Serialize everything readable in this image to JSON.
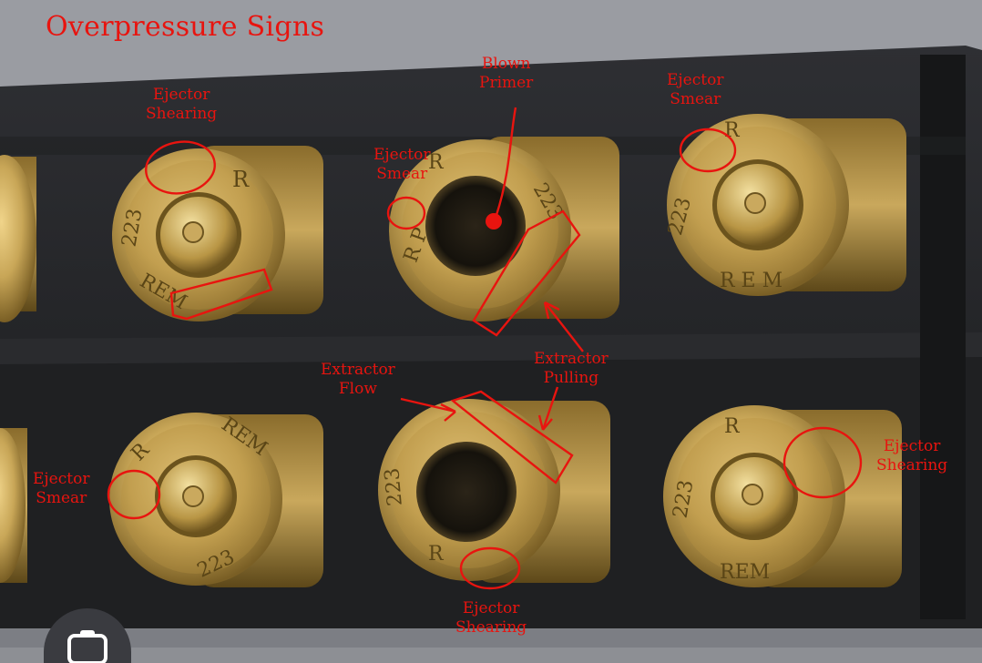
{
  "title": "Overpressure Signs",
  "colors": {
    "annotation": "#e8140f",
    "brass": "#c8a657",
    "block": "#26272a"
  },
  "annotations": {
    "ejector_shearing_top": {
      "line1": "Ejector",
      "line2": "Shearing"
    },
    "blown_primer": {
      "line1": "Blown",
      "line2": "Primer"
    },
    "ejector_smear_top_right": {
      "line1": "Ejector",
      "line2": "Smear"
    },
    "ejector_smear_middle": {
      "line1": "Ejector",
      "line2": "Smear"
    },
    "extractor_flow": {
      "line1": "Extractor",
      "line2": "Flow"
    },
    "extractor_pulling": {
      "line1": "Extractor",
      "line2": "Pulling"
    },
    "ejector_smear_left": {
      "line1": "Ejector",
      "line2": "Smear"
    },
    "ejector_shearing_right": {
      "line1": "Ejector",
      "line2": "Shearing"
    },
    "ejector_shearing_bottom": {
      "line1": "Ejector",
      "line2": "Shearing"
    }
  },
  "headstamps": {
    "a": [
      "R",
      "223",
      "REM"
    ],
    "b": [
      "R",
      "223",
      "R P"
    ],
    "c": [
      "R",
      "223",
      "R E M"
    ],
    "d": [
      "R",
      "REM",
      "223"
    ],
    "e": [
      "223",
      "R"
    ],
    "f": [
      "R",
      "223",
      "REM"
    ]
  },
  "lens_icon": "lens-search-icon"
}
